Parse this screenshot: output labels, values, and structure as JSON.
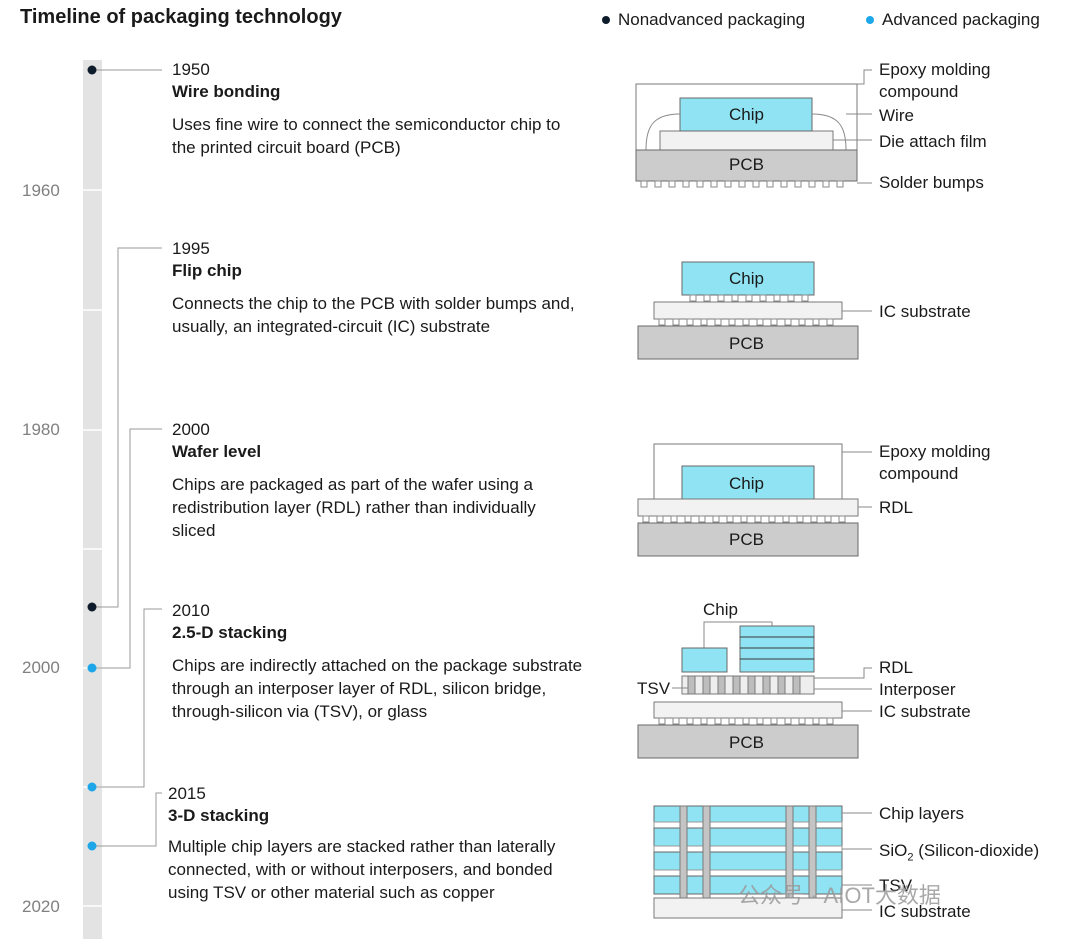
{
  "title": "Timeline of packaging technology",
  "legend": {
    "nonadvanced": "Nonadvanced packaging",
    "advanced": "Advanced packaging",
    "nonadvanced_color": "#0d1b2a",
    "advanced_color": "#1ea7e8"
  },
  "axis_years": [
    "1960",
    "1980",
    "2000",
    "2020"
  ],
  "entries": [
    {
      "year": "1950",
      "name": "Wire bonding",
      "desc": "Uses fine wire to connect the semiconductor chip to the printed circuit board (PCB)"
    },
    {
      "year": "1995",
      "name": "Flip chip",
      "desc": "Connects the chip to the PCB with solder bumps and, usually, an integrated-circuit (IC) substrate"
    },
    {
      "year": "2000",
      "name": "Wafer level",
      "desc": "Chips are packaged as part of the wafer using a redistribution layer (RDL) rather than individually sliced"
    },
    {
      "year": "2010",
      "name": "2.5-D stacking",
      "desc": "Chips are indirectly attached on the package substrate through an interposer layer of RDL, silicon bridge, through-silicon via (TSV), or glass"
    },
    {
      "year": "2015",
      "name": "3-D stacking",
      "desc": "Multiple chip layers are stacked rather than laterally connected, with or without interposers, and bonded using TSV or other material such as copper"
    }
  ],
  "diagrams": {
    "wire": {
      "chip": "Chip",
      "pcb": "PCB",
      "emc1": "Epoxy molding",
      "emc2": "compound",
      "wire": "Wire",
      "daf": "Die attach film",
      "bumps": "Solder bumps"
    },
    "flip": {
      "chip": "Chip",
      "pcb": "PCB",
      "ic": "IC substrate"
    },
    "wafer": {
      "chip": "Chip",
      "pcb": "PCB",
      "emc1": "Epoxy molding",
      "emc2": "compound",
      "rdl": "RDL"
    },
    "stack25": {
      "chip": "Chip",
      "pcb": "PCB",
      "rdl": "RDL",
      "interposer": "Interposer",
      "ic": "IC substrate",
      "tsv": "TSV"
    },
    "stack3": {
      "layers": "Chip layers",
      "sio2_pre": "SiO",
      "sio2_sub": "2",
      "sio2_post": " (Silicon-dioxide)",
      "tsv": "TSV",
      "ic": "IC substrate"
    }
  },
  "watermark": "公众号 · AIOT大数据"
}
